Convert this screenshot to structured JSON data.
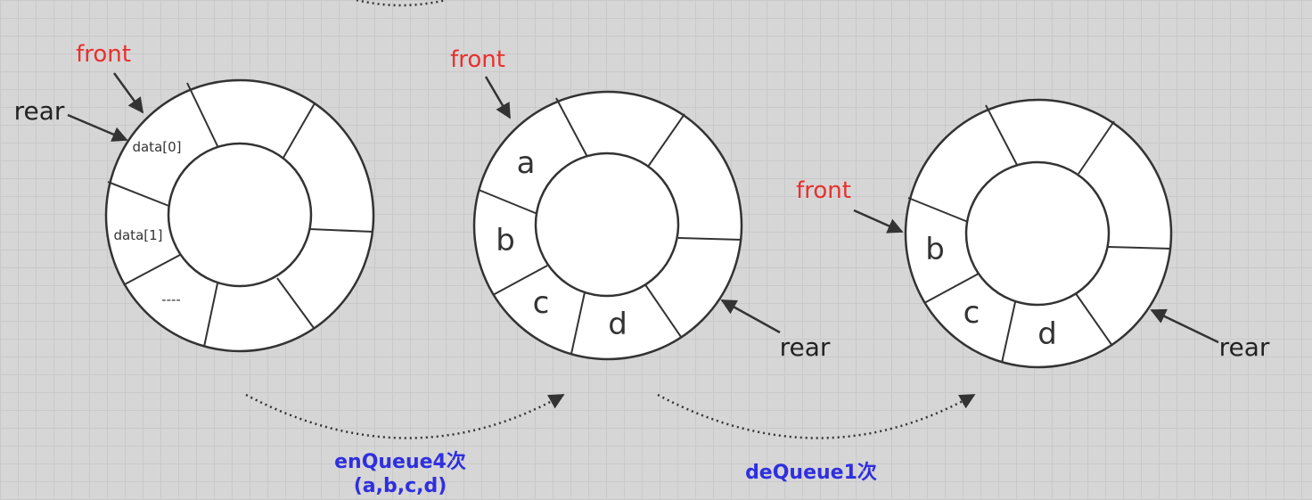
{
  "colors": {
    "pointer_label": "#e8302e",
    "operation_label": "#2f2fe0",
    "outline": "#333333"
  },
  "rings": [
    {
      "front_label": "front",
      "rear_label": "rear",
      "cells": [
        "data[0]",
        "data[1]",
        "----",
        "",
        "",
        "",
        "",
        ""
      ]
    },
    {
      "front_label": "front",
      "rear_label": "rear",
      "cells": [
        "a",
        "b",
        "c",
        "d",
        "",
        "",
        "",
        ""
      ]
    },
    {
      "front_label": "front",
      "rear_label": "rear",
      "cells": [
        "",
        "b",
        "c",
        "d",
        "",
        "",
        "",
        ""
      ]
    }
  ],
  "operations": [
    {
      "line1": "enQueue4次",
      "line2": "(a,b,c,d)"
    },
    {
      "line1": "deQueue1次"
    }
  ]
}
